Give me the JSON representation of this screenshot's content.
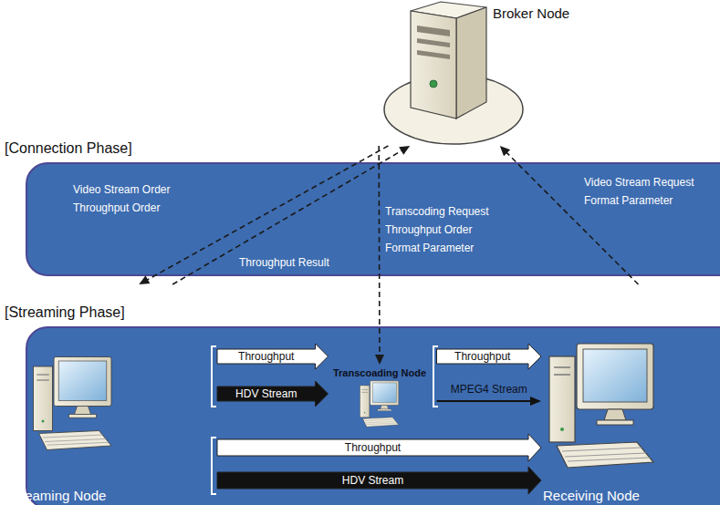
{
  "diagram": {
    "nodes": [
      {
        "text": [
          "Broker Node"
        ]
      },
      {
        "text": [
          "[Connection Phase]"
        ]
      },
      {
        "text": [
          "[Streaming Phase]"
        ]
      },
      {
        "text": [
          "Streaming Node"
        ],
        "in": 2
      },
      {
        "text": [
          "Transcoading Node"
        ],
        "in": 2
      },
      {
        "text": [
          "Receiving Node"
        ],
        "in": 2
      }
    ],
    "edges": [
      {
        "from": 0,
        "to": 3,
        "arrow": "to",
        "label": "Video Stream Order Throughput Order"
      },
      {
        "from": 3,
        "to": 0,
        "arrow": "to",
        "label": "Throughput Result"
      },
      {
        "from": 0,
        "to": 4,
        "arrow": "to",
        "label": "Transcoding Request Throughput Order Format Parameter"
      },
      {
        "from": 5,
        "to": 0,
        "arrow": "to",
        "label": "Video Stream Request Format Parameter"
      },
      {
        "from": 3,
        "to": 4,
        "arrow": "to",
        "label": "Throughput"
      },
      {
        "from": 3,
        "to": 4,
        "arrow": "to",
        "label": "HDV Stream"
      },
      {
        "from": 4,
        "to": 5,
        "arrow": "to",
        "label": "Throughput"
      },
      {
        "from": 4,
        "to": 5,
        "arrow": "to",
        "label": "MPEG4 Stream"
      },
      {
        "from": 3,
        "to": 5,
        "arrow": "to",
        "label": "Throughput"
      },
      {
        "from": 3,
        "to": 5,
        "arrow": "to",
        "label": "HDV Stream"
      }
    ]
  }
}
